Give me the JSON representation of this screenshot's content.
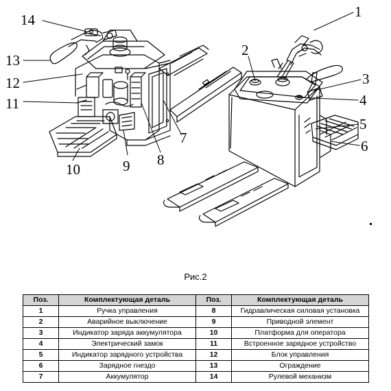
{
  "figure": {
    "caption": "Рис.2",
    "callouts": [
      "1",
      "2",
      "3",
      "4",
      "5",
      "6",
      "7",
      "8",
      "9",
      "10",
      "11",
      "12",
      "13",
      "14"
    ]
  },
  "parts_table": {
    "headers": [
      "Поз.",
      "Комплектующая деталь",
      "Поз.",
      "Комплектующая деталь"
    ],
    "rows": [
      {
        "pos_a": "1",
        "part_a": "Ручка управления",
        "pos_b": "8",
        "part_b": "Гидравлическая силовая установка"
      },
      {
        "pos_a": "2",
        "part_a": "Аварийное выключение",
        "pos_b": "9",
        "part_b": "Приводной элемент"
      },
      {
        "pos_a": "3",
        "part_a": "Индикатор заряда аккумулятора",
        "pos_b": "10",
        "part_b": "Платформа для оператора"
      },
      {
        "pos_a": "4",
        "part_a": "Электрический замок",
        "pos_b": "11",
        "part_b": "Встроенное зарядное устройство"
      },
      {
        "pos_a": "5",
        "part_a": "Индикатор зарядного устройства",
        "pos_b": "12",
        "part_b": "Блок управления"
      },
      {
        "pos_a": "6",
        "part_a": "Зарядное гнездо",
        "pos_b": "13",
        "part_b": "Ограждение"
      },
      {
        "pos_a": "7",
        "part_a": "Аккумулятор",
        "pos_b": "14",
        "part_b": "Рулевой механизм"
      }
    ]
  }
}
